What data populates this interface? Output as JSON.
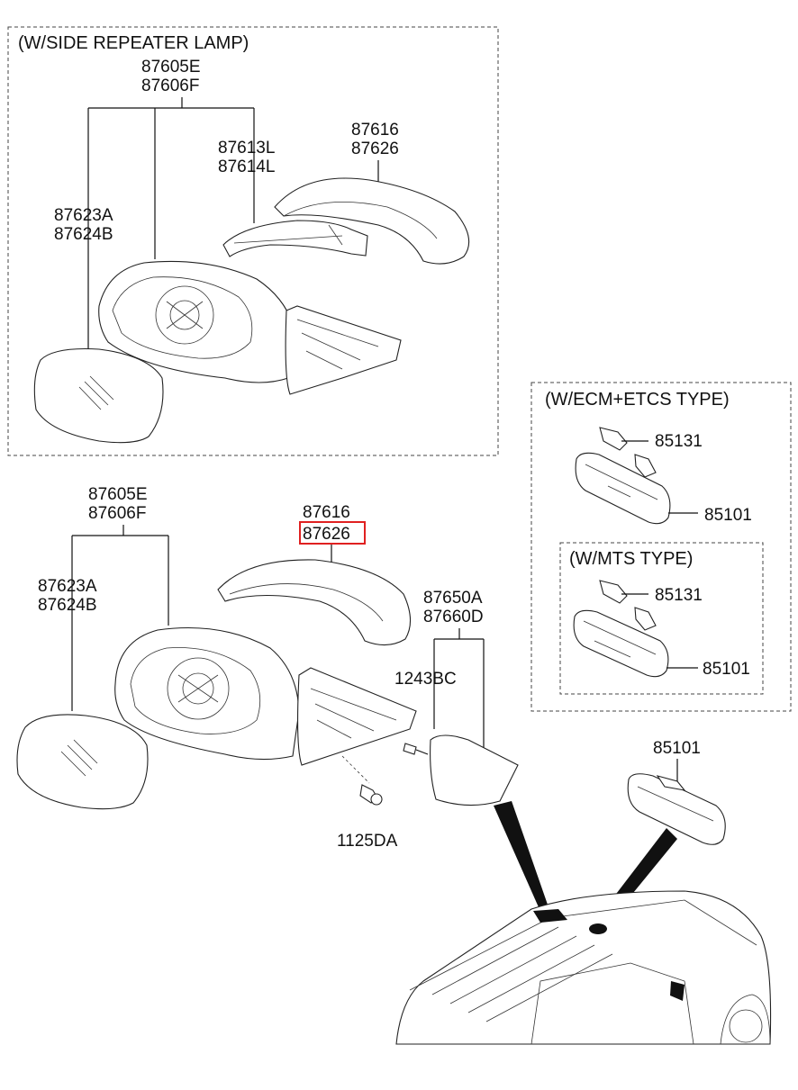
{
  "panels": {
    "side_repeater": {
      "title": "(W/SIDE REPEATER LAMP)"
    },
    "ecm_etcs": {
      "title": "(W/ECM+ETCS TYPE)"
    },
    "mts": {
      "title": "(W/MTS TYPE)"
    }
  },
  "labels": {
    "top_assy": [
      "87605E",
      "87606F"
    ],
    "top_lamp": [
      "87613L",
      "87614L"
    ],
    "top_cover": [
      "87616",
      "87626"
    ],
    "top_glass": [
      "87623A",
      "87624B"
    ],
    "main_assy": [
      "87605E",
      "87606F"
    ],
    "main_cover_a": "87616",
    "main_cover_b": "87626",
    "main_glass": [
      "87623A",
      "87624B"
    ],
    "main_base": [
      "87650A",
      "87660D"
    ],
    "bolt_a": "1243BC",
    "bolt_b": "1125DA",
    "ecm_sensor": "85131",
    "ecm_mirror": "85101",
    "mts_sensor": "85131",
    "mts_mirror": "85101",
    "inner_mirror": "85101"
  },
  "highlight": {
    "color": "#e02020",
    "part": "87626"
  }
}
